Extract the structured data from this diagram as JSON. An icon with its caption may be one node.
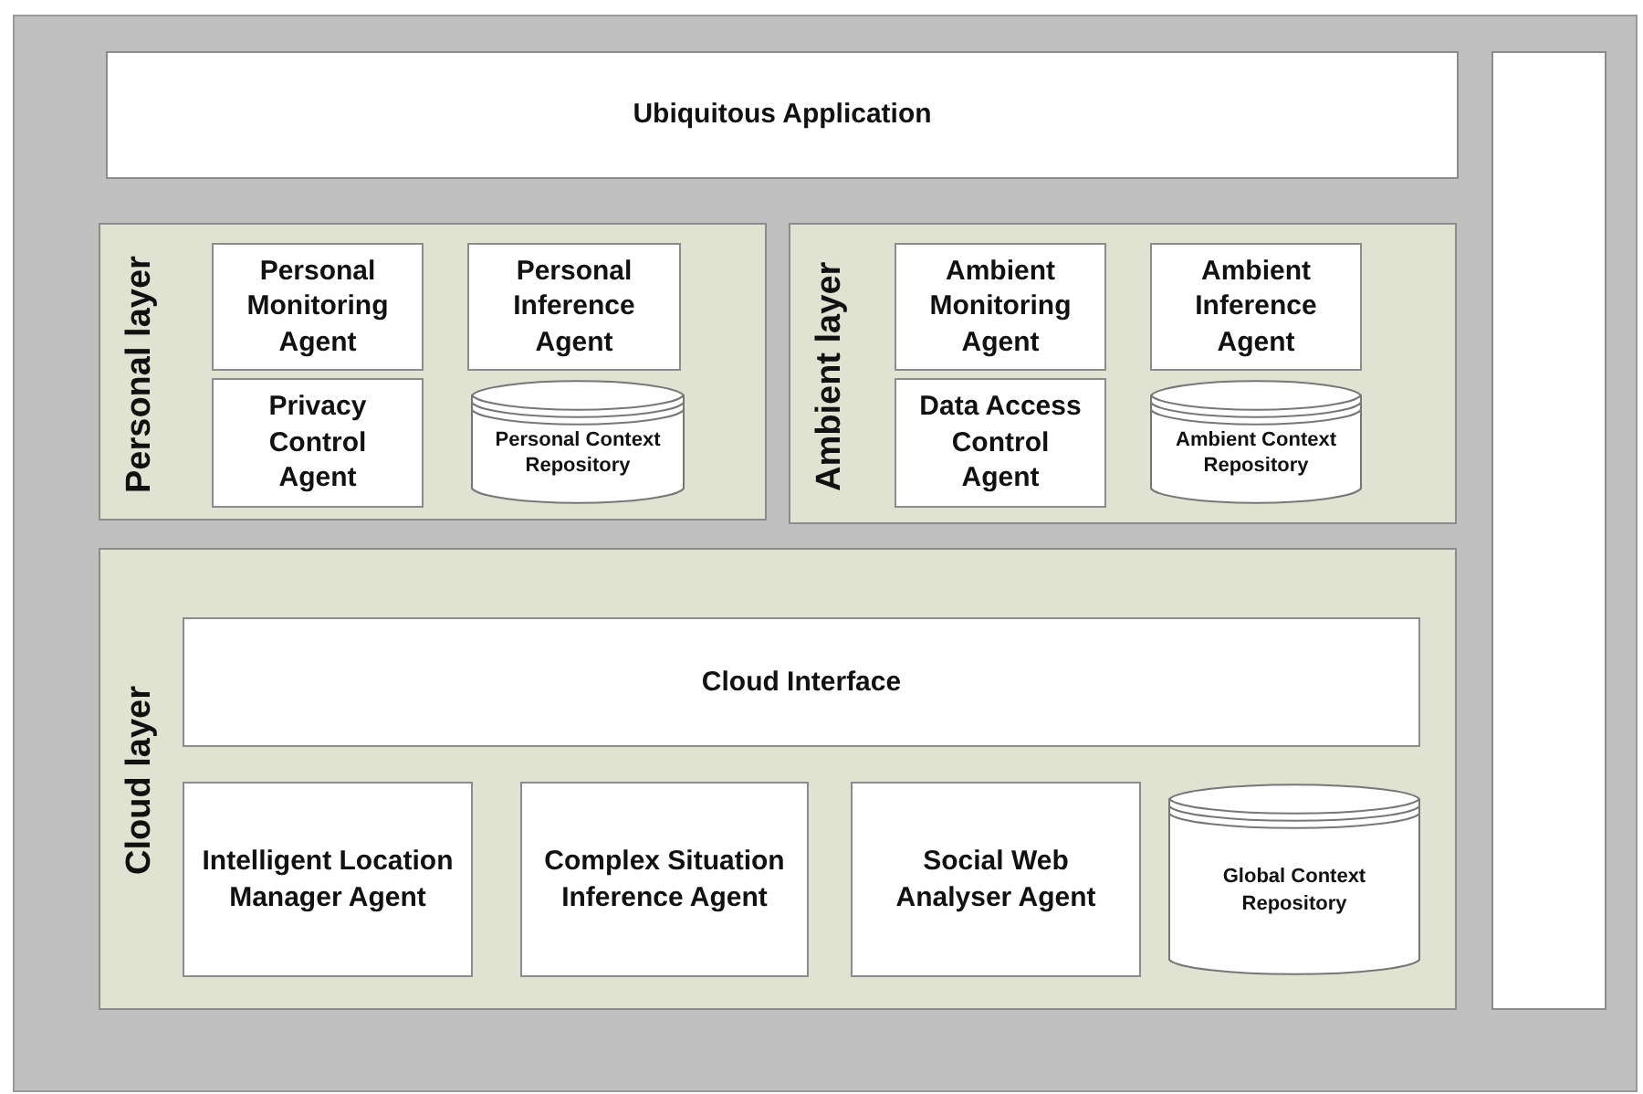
{
  "diagram": {
    "nodes": [
      {
        "text": [
          "Ubiquitous Application"
        ]
      },
      {
        "text": [
          "Personal layer"
        ]
      },
      {
        "text": [
          "Personal Monitoring Agent"
        ],
        "in": 1
      },
      {
        "text": [
          "Personal Inference Agent"
        ],
        "in": 1
      },
      {
        "text": [
          "Privacy Control Agent"
        ],
        "in": 1
      },
      {
        "text": [
          "Personal Context Repository"
        ],
        "in": 1
      },
      {
        "text": [
          "Ambient layer"
        ]
      },
      {
        "text": [
          "Ambient Monitoring Agent"
        ],
        "in": 6
      },
      {
        "text": [
          "Ambient Inference Agent"
        ],
        "in": 6
      },
      {
        "text": [
          "Data Access Control Agent"
        ],
        "in": 6
      },
      {
        "text": [
          "Ambient Context Repository"
        ],
        "in": 6
      },
      {
        "text": [
          "Cloud layer"
        ]
      },
      {
        "text": [
          "Cloud Interface"
        ],
        "in": 11
      },
      {
        "text": [
          "Intelligent Location Manager Agent"
        ],
        "in": 11
      },
      {
        "text": [
          "Complex Situation Inference Agent"
        ],
        "in": 11
      },
      {
        "text": [
          "Social Web Analyser Agent"
        ],
        "in": 11
      },
      {
        "text": [
          "Global Context Repository"
        ],
        "in": 11
      },
      {
        "text": [],
        "shape": "box"
      }
    ]
  }
}
